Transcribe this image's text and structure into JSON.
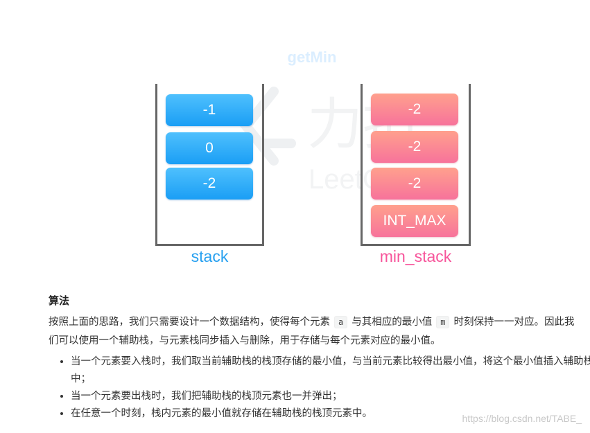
{
  "figure": {
    "title": "getMin",
    "logo_text": "力扣",
    "logo_subtext": "LeetCode",
    "stack": {
      "label": "stack",
      "items": [
        "-1",
        "0",
        "-2"
      ],
      "color": "#27a0f0"
    },
    "min_stack": {
      "label": "min_stack",
      "items": [
        "-2",
        "-2",
        "-2",
        "INT_MAX"
      ],
      "color": "#f7559b"
    }
  },
  "article": {
    "heading": "算法",
    "para_part1": "按照上面的思路，我们只需要设计一个数据结构，使得每个元素",
    "code_a": "a",
    "para_part2": "与其相应的最小值",
    "code_m": "m",
    "para_part3": "时刻保持一一对应。因此我们可以使用一个辅助栈，与元素栈同步插入与删除，用于存储与每个元素对应的最小值。",
    "bullets": [
      "当一个元素要入栈时，我们取当前辅助栈的栈顶存储的最小值，与当前元素比较得出最小值，将这个最小值插入辅助栈中；",
      "当一个元素要出栈时，我们把辅助栈的栈顶元素也一并弹出；",
      "在任意一个时刻，栈内元素的最小值就存储在辅助栈的栈顶元素中。"
    ]
  },
  "credit": "https://blog.csdn.net/TABE_"
}
